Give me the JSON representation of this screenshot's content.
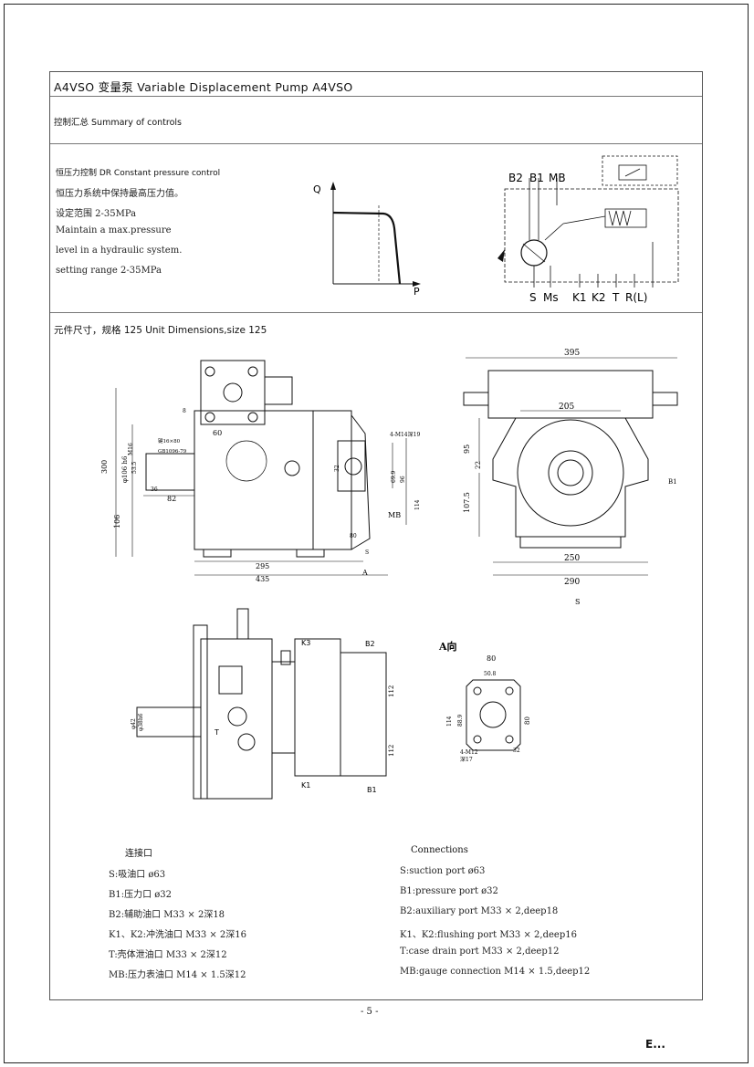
{
  "header": {
    "title": "A4VSO 变量泵  Variable Displacement Pump A4VSO",
    "subtitle": "控制汇总 Summary of controls"
  },
  "dr_control": {
    "title": "恒压力控制 DR Constant pressure control",
    "lines": [
      "恒压力系统中保持最高压力值。",
      "设定范围 2-35MPa",
      "Maintain a max.pressure",
      "level in a hydraulic system.",
      "setting range 2-35MPa"
    ],
    "graph": {
      "y_axis": "Q",
      "x_axis": "P"
    },
    "schematic_labels": {
      "top": [
        "B2",
        "B1",
        "MB"
      ],
      "bottom": [
        "S",
        "Ms",
        "K1",
        "K2",
        "T",
        "R(L)"
      ]
    }
  },
  "dimensions": {
    "title": "元件尺寸，规格 125 Unit Dimensions,size 125",
    "side_view": [
      "300",
      "106",
      "φ106 h6",
      "M16",
      "53.5",
      "36",
      "82",
      "8",
      "60",
      "键16×80",
      "GB1096-79",
      "4-M14深19",
      "69.9",
      "96",
      "114",
      "32",
      "MB",
      "80",
      "S",
      "295",
      "435",
      "A"
    ],
    "end_view": [
      "395",
      "205",
      "95",
      "22",
      "107.5",
      "B1",
      "250",
      "290",
      "S"
    ],
    "top_view": [
      "K3",
      "B2",
      "φ42",
      "φ38h6",
      "T",
      "K1",
      "B1",
      "112",
      "112"
    ],
    "flange_view": {
      "title": "A向",
      "labels": [
        "80",
        "50.8",
        "114",
        "88.9",
        "80",
        "4-M12",
        "深17",
        "32"
      ]
    }
  },
  "connections": {
    "cn_title": "连接口",
    "en_title": "Connections",
    "cn": [
      "S:吸油口 ø63",
      "B1:压力口 ø32",
      "B2:辅助油口 M33 × 2深18",
      "K1、K2:冲洗油口 M33 × 2深16",
      "T:壳体泄油口 M33 × 2深12",
      "MB:压力表油口 M14 × 1.5深12"
    ],
    "en": [
      "S:suction port ø63",
      "B1:pressure port ø32",
      "B2:auxiliary port M33 × 2,deep18",
      "K1、K2:flushing port M33 × 2,deep16",
      "T:case drain port M33 × 2,deep12",
      "MB:gauge connection M14 × 1.5,deep12"
    ]
  },
  "footer": {
    "page": "- 5 -",
    "mark": "E..."
  }
}
